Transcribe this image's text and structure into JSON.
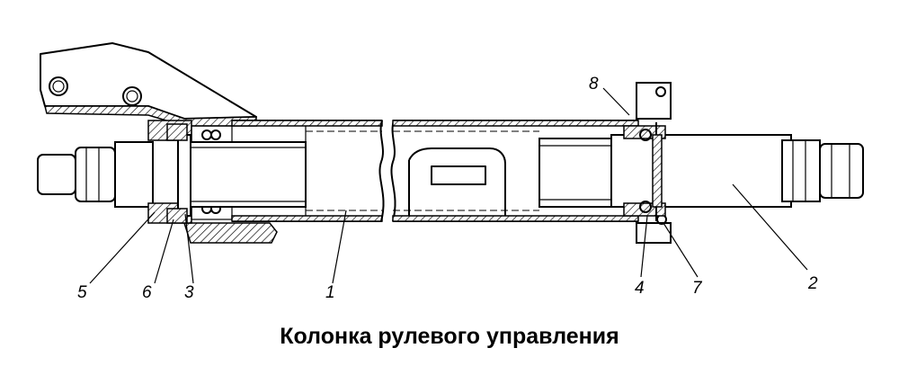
{
  "caption": "Колонка рулевого управления",
  "callouts": {
    "c1": "1",
    "c2": "2",
    "c3": "3",
    "c4": "4",
    "c5": "5",
    "c6": "6",
    "c7": "7",
    "c8": "8"
  }
}
